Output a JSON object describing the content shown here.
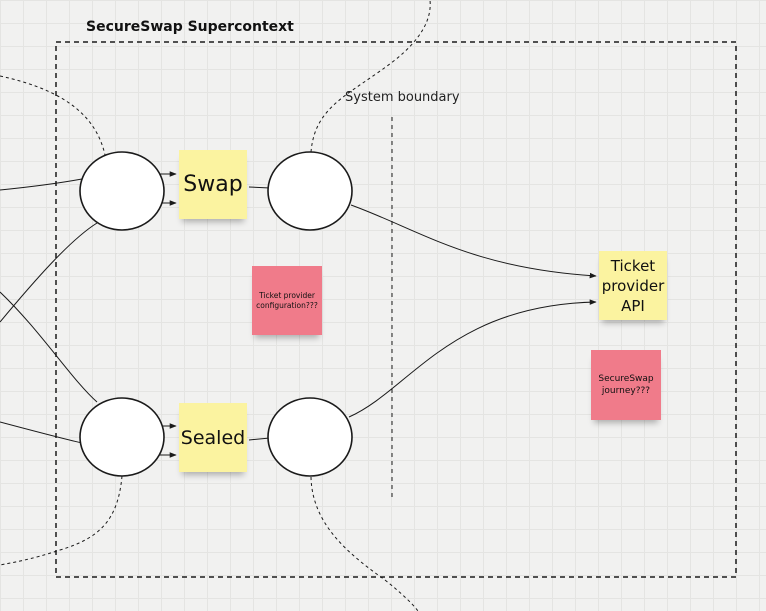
{
  "diagram": {
    "title": "SecureSwap Supercontext",
    "boundary_label": "System boundary",
    "stickies": {
      "swap": "Swap",
      "sealed": "Sealed",
      "api": "Ticket provider API",
      "config": "Ticket provider configuration???",
      "journey": "SecureSwap journey???"
    }
  },
  "colors": {
    "sticky_yellow": "#fbf3a0",
    "sticky_pink": "#f07b8a",
    "line": "#1a1a1a",
    "canvas": "#f1f1f0"
  }
}
